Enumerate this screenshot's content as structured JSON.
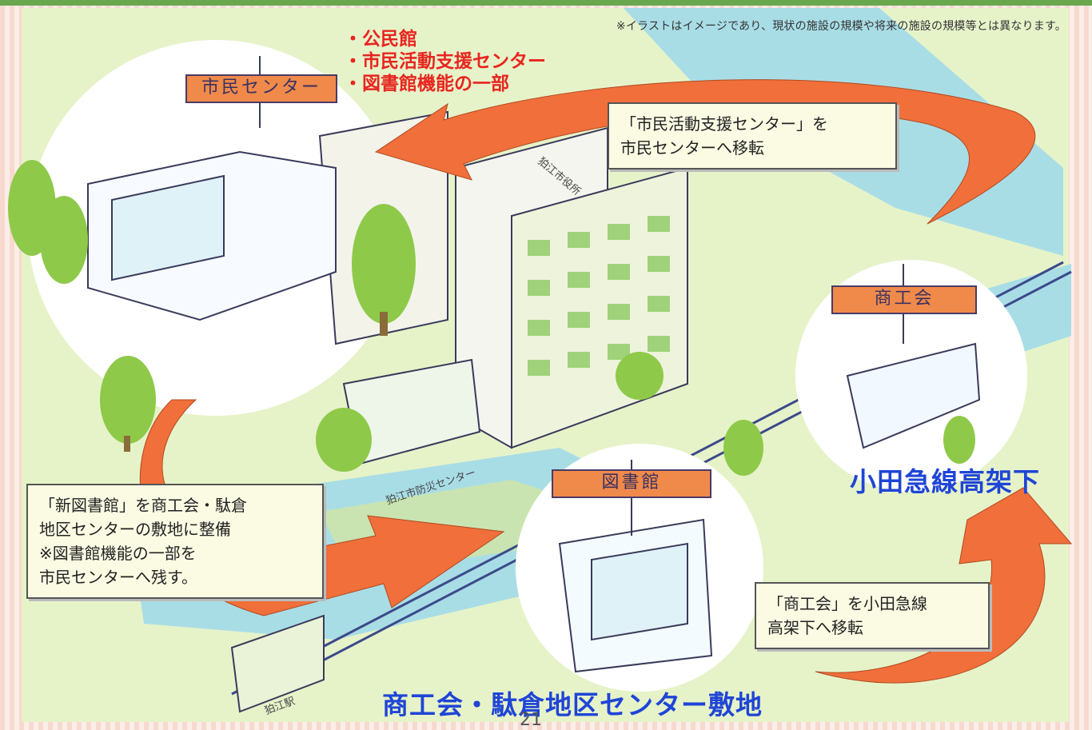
{
  "note": "※イラストはイメージであり、現状の施設の規模や将来の施設の規模等とは異なります。",
  "red_list": [
    "公民館",
    "市民活動支援センター",
    "図書館機能の一部"
  ],
  "signs": {
    "citizen_center": "市民センター",
    "commerce": "商工会",
    "library": "図書館"
  },
  "callouts": {
    "move_support": [
      "「市民活動支援センター」を",
      "市民センターへ移転"
    ],
    "new_library": [
      "「新図書館」を商工会・駄倉",
      "地区センターの敷地に整備",
      "※図書館機能の一部を",
      "市民センターへ残す。"
    ],
    "move_commerce": [
      "「商工会」を小田急線",
      "高架下へ移転"
    ]
  },
  "labels": {
    "odakyu": "小田急線高架下",
    "site": "商工会・駄倉地区センター敷地",
    "city_hall": "狛江市役所",
    "disaster_center": "狛江市防災センター",
    "station": "狛江駅"
  },
  "page_number": "21",
  "colors": {
    "arrow": "#f06f3a",
    "sign": "#f08a4b",
    "river": "#a9dde6",
    "grass": "#e6f3c9",
    "tree": "#8fc94a",
    "blue_text": "#1f45d6",
    "red_text": "#e8251f"
  }
}
